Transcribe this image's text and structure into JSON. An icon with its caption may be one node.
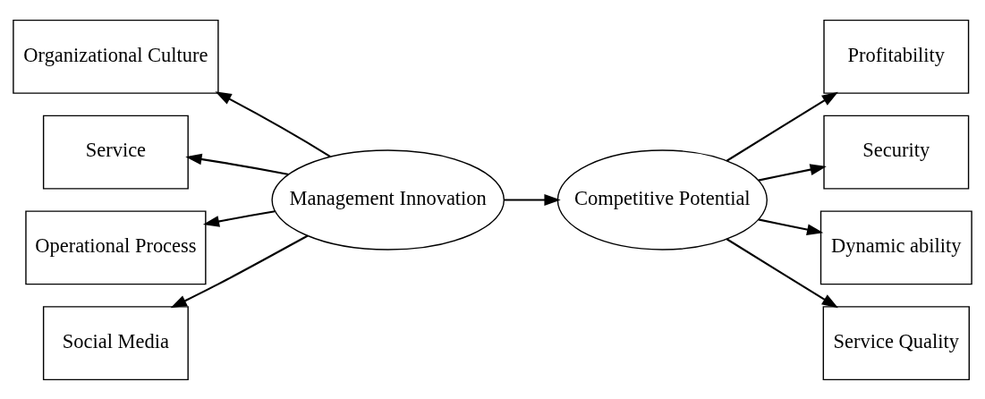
{
  "diagram": {
    "nodes": [
      {
        "text": [
          "Organizational Culture"
        ]
      },
      {
        "text": [
          "Service"
        ]
      },
      {
        "text": [
          "Operational Process"
        ]
      },
      {
        "text": [
          "Social Media"
        ]
      },
      {
        "text": [
          "Management Innovation"
        ]
      },
      {
        "text": [
          "Competitive Potential"
        ]
      },
      {
        "text": [
          "Profitability"
        ]
      },
      {
        "text": [
          "Security"
        ]
      },
      {
        "text": [
          "Dynamic ability"
        ]
      },
      {
        "text": [
          "Service Quality"
        ]
      }
    ],
    "edges": [
      {
        "from": 4,
        "to": 0,
        "arrow": "to"
      },
      {
        "from": 4,
        "to": 1,
        "arrow": "to"
      },
      {
        "from": 4,
        "to": 2,
        "arrow": "to"
      },
      {
        "from": 4,
        "to": 3,
        "arrow": "to"
      },
      {
        "from": 4,
        "to": 5,
        "arrow": "to"
      },
      {
        "from": 5,
        "to": 6,
        "arrow": "to"
      },
      {
        "from": 5,
        "to": 7,
        "arrow": "to"
      },
      {
        "from": 5,
        "to": 8,
        "arrow": "to"
      },
      {
        "from": 5,
        "to": 9,
        "arrow": "to"
      }
    ]
  }
}
